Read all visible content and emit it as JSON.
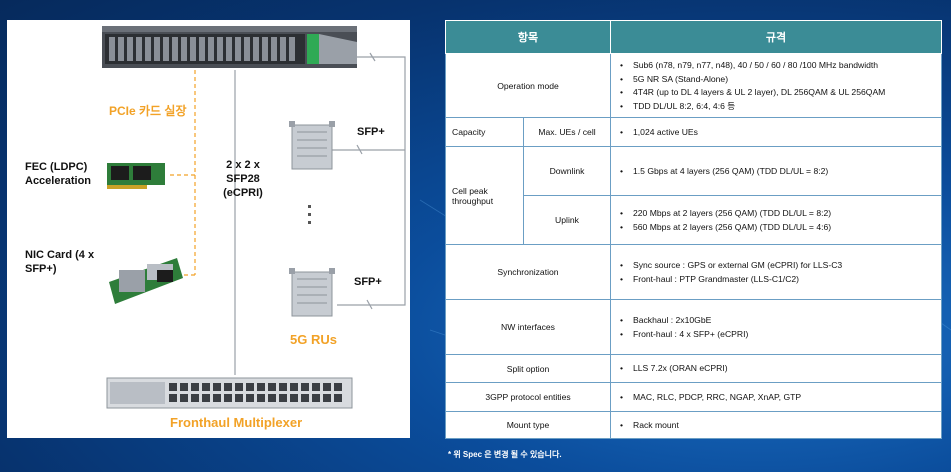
{
  "diagram": {
    "pcie_label": "PCIe 카드 실장",
    "fec_label": "FEC (LDPC) Acceleration",
    "nic_label": "NIC Card (4 x SFP+)",
    "link_label": "2 x 2 x SFP28 (eCPRI)",
    "sfp_top": "SFP+",
    "sfp_bottom": "SFP+",
    "rus_label": "5G RUs",
    "mux_label": "Fronthaul Multiplexer",
    "accent_color": "#f2a227"
  },
  "table": {
    "header_item": "항목",
    "header_spec": "규격",
    "rows": {
      "operation_mode": {
        "label": "Operation mode",
        "specs": [
          "Sub6 (n78, n79, n77, n48), 40 / 50 / 60 / 80 /100 MHz bandwidth",
          "5G NR SA (Stand-Alone)",
          "4T4R (up to DL 4 layers & UL 2 layer), DL 256QAM & UL 256QAM",
          "TDD DL/UL 8:2, 6:4, 4:6 등"
        ]
      },
      "capacity": {
        "label": "Capacity",
        "sub": "Max. UEs / cell",
        "specs": [
          "1,024 active UEs"
        ]
      },
      "throughput": {
        "label": "Cell peak throughput",
        "downlink_label": "Downlink",
        "downlink_specs": [
          "1.5 Gbps at 4 layers (256 QAM) (TDD DL/UL = 8:2)"
        ],
        "uplink_label": "Uplink",
        "uplink_specs": [
          "220 Mbps at 2 layers (256 QAM) (TDD DL/UL = 8:2)",
          "560 Mbps at 2 layers (256 QAM) (TDD DL/UL = 4:6)"
        ]
      },
      "sync": {
        "label": "Synchronization",
        "specs": [
          "Sync source : GPS or external GM (eCPRI) for LLS-C3",
          "Front-haul : PTP Grandmaster (LLS-C1/C2)"
        ]
      },
      "nw": {
        "label": "NW interfaces",
        "specs": [
          "Backhaul : 2x10GbE",
          "Front-haul : 4 x SFP+ (eCPRI)"
        ]
      },
      "split": {
        "label": "Split option",
        "specs": [
          "LLS 7.2x (ORAN eCPRI)"
        ]
      },
      "protocol": {
        "label": "3GPP protocol entities",
        "specs": [
          "MAC, RLC, PDCP, RRC, NGAP, XnAP, GTP"
        ]
      },
      "mount": {
        "label": "Mount type",
        "specs": [
          "Rack mount"
        ]
      }
    },
    "header_color": "#3b8c96"
  },
  "footnote": "* 위 Spec 은 변경 될 수 있습니다."
}
